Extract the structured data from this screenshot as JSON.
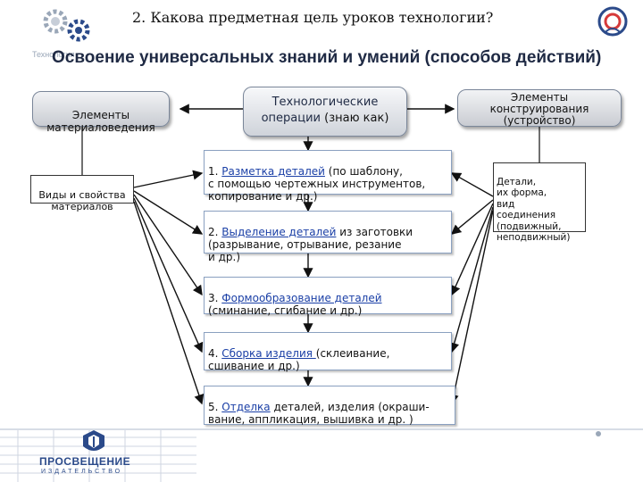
{
  "header": {
    "title": "2.  Какова предметная цель уроков технологии?",
    "subtitle": "Освоение универсальных знаний и умений (способов действий)",
    "watermark": "Технология"
  },
  "boxes": {
    "materials": {
      "text": "Элементы\nматериаловедения"
    },
    "tech_ops": {
      "line1": "Технологические",
      "line2_a": "операции ",
      "line2_b": "(знаю как)"
    },
    "construction": {
      "line1": "Элементы",
      "line2": "конструирования",
      "line3": "(устройство)"
    },
    "materials_props": {
      "text": "Виды и свойства\nматериалов"
    },
    "construction_details": {
      "text": "Детали,\nих форма,\nвид\nсоединения\n(подвижный,\nнеподвижный)"
    }
  },
  "operations": [
    {
      "num": "1. ",
      "link": "Разметка деталей",
      "rest": " (по шаблону,\nс помощью чертежных инструментов,\n копирование и др.)"
    },
    {
      "num": "2. ",
      "link": "Выделение деталей",
      "rest": " из заготовки\n(разрывание, отрывание, резание\n и др.)"
    },
    {
      "num": "3. ",
      "link": "Формообразование деталей",
      "rest": "\n(сминание, сгибание и др.)"
    },
    {
      "num": "4. ",
      "link": "Сборка изделия ",
      "rest": "(склеивание,\nсшивание и др.)"
    },
    {
      "num": "5. ",
      "link": "Отделка",
      "rest": " деталей, изделия (окраши-\nвание, аппликация, вышивка и др. )"
    }
  ],
  "footer": {
    "logo": "ПРОСВЕЩЕНИЕ",
    "logo_sub": "ИЗДАТЕЛЬСТВО"
  },
  "colors": {
    "accent": "#1a3fa6",
    "title_dark": "#1f2a44",
    "link": "#1a3fa6"
  }
}
